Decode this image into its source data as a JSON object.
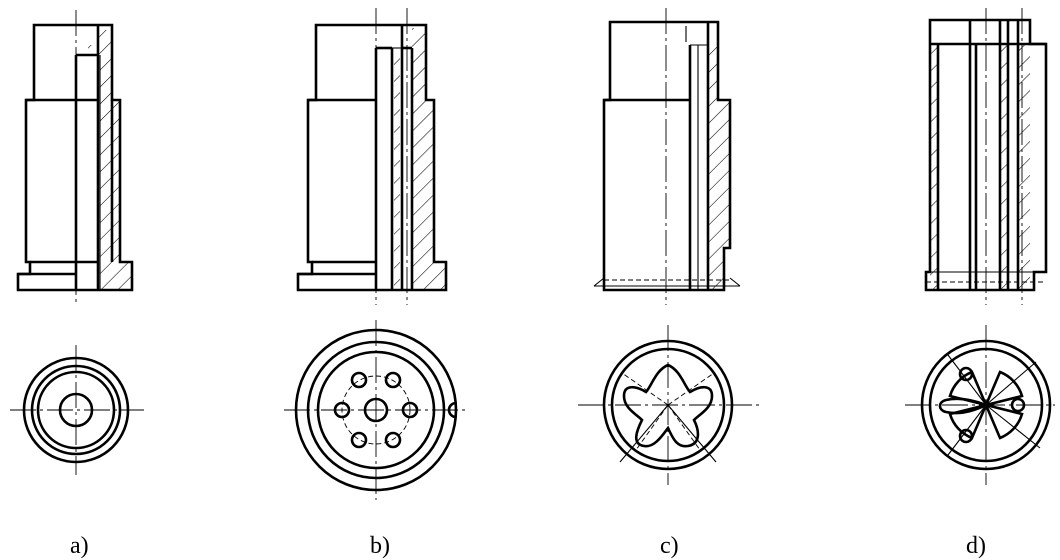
{
  "figure": {
    "labels": {
      "a": "a)",
      "b": "b)",
      "c": "c)",
      "d": "d)"
    }
  },
  "colors": {
    "ink": "#000000",
    "paper": "#ffffff"
  }
}
